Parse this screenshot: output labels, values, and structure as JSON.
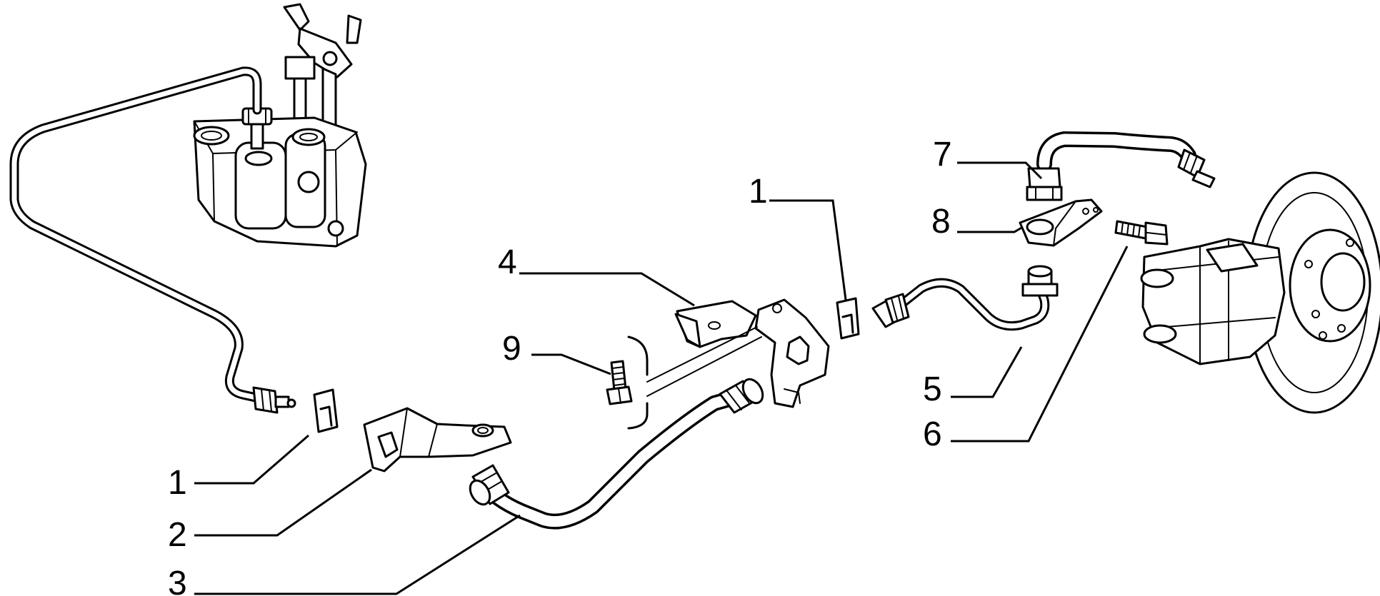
{
  "callouts": {
    "c1_left": "1",
    "c2": "2",
    "c3": "3",
    "c4": "4",
    "c9": "9",
    "c1_right": "1",
    "c7": "7",
    "c8": "8",
    "c5": "5",
    "c6": "6"
  }
}
